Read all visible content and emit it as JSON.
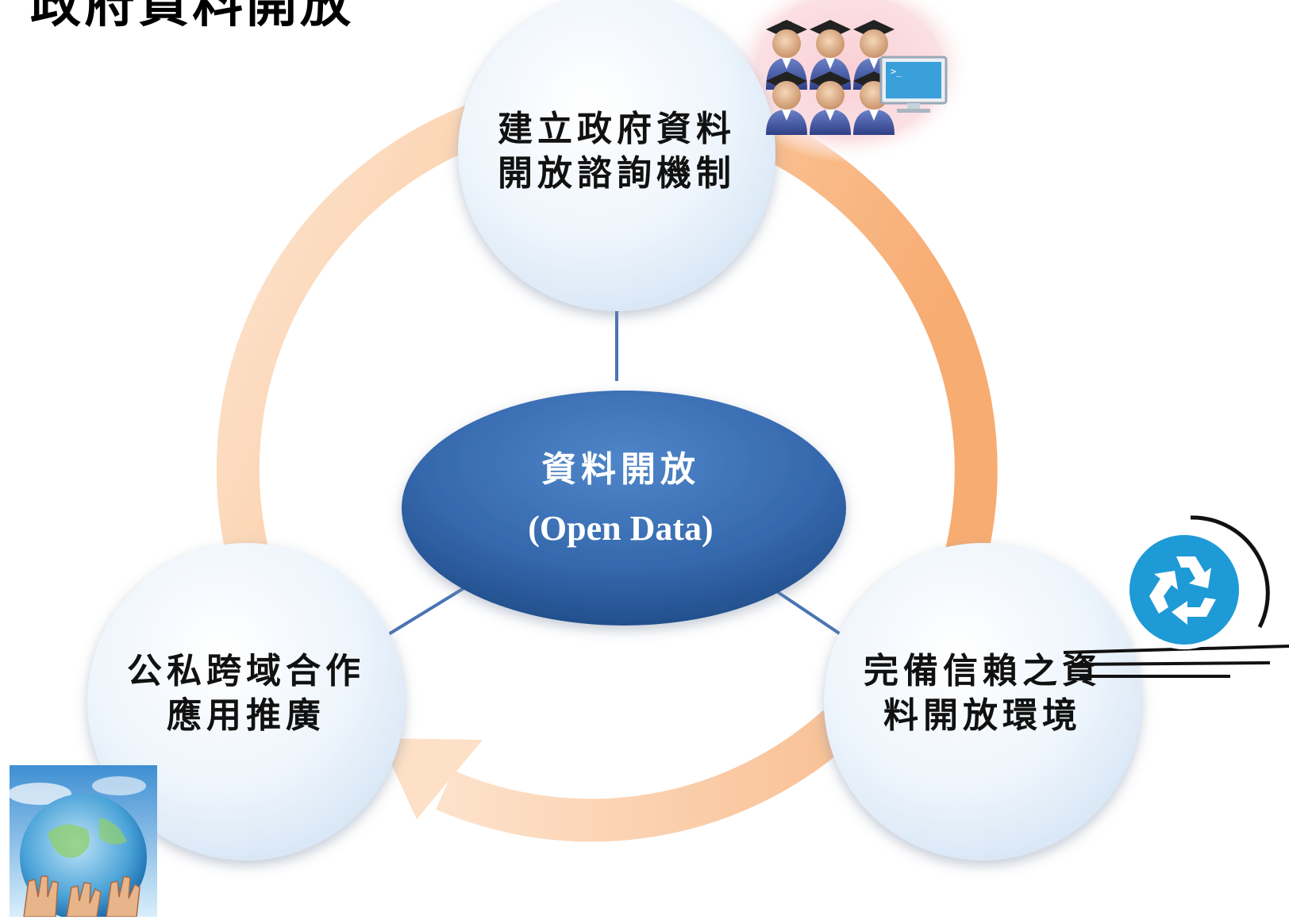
{
  "title": "政府資料開放",
  "center": {
    "line1": "資料開放",
    "line2": "(Open Data)"
  },
  "nodes": {
    "top": {
      "line1": "建立政府資料",
      "line2": "開放諮詢機制"
    },
    "left": {
      "line1": "公私跨域合作",
      "line2": "應用推廣"
    },
    "right": {
      "line1": "完備信賴之資",
      "line2": "料開放環境"
    }
  },
  "colors": {
    "ring_light": "#fde3cc",
    "ring_dark": "#f7b07a",
    "bubble_fill": "#eaf2fb",
    "center_fill": "#2e5f9e",
    "connector": "#4a74b4",
    "recycle_blue": "#1f9ad6"
  },
  "icons": [
    "graduates-computer-icon",
    "recycle-badge-icon",
    "globe-hands-icon"
  ]
}
